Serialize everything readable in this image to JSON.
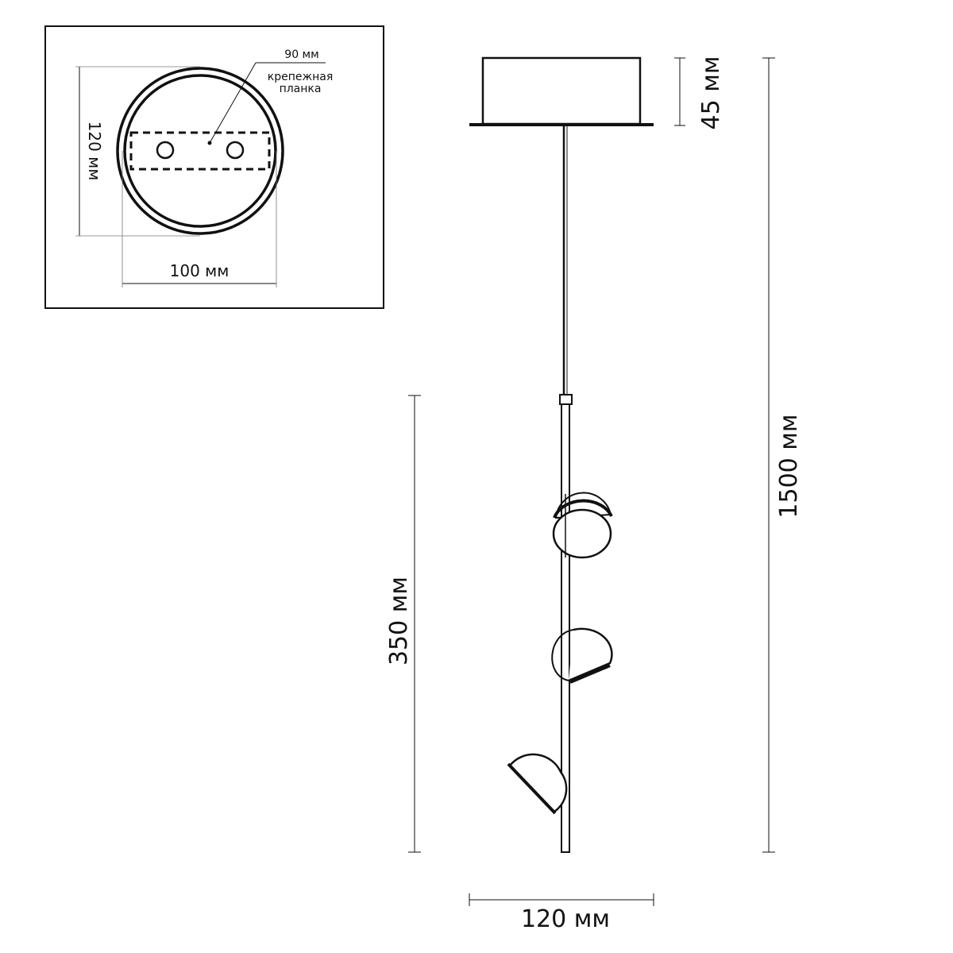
{
  "inset": {
    "dim_90": "90 мм",
    "bracket_label_line1": "крепежная",
    "bracket_label_line2": "планка",
    "dim_120_vertical": "120 мм",
    "dim_100": "100 мм"
  },
  "elevation": {
    "dim_45": "45 мм",
    "dim_1500": "1500 мм",
    "dim_350": "350 мм",
    "dim_120_bottom": "120 мм"
  },
  "colors": {
    "line": "#111111",
    "background": "#ffffff"
  }
}
